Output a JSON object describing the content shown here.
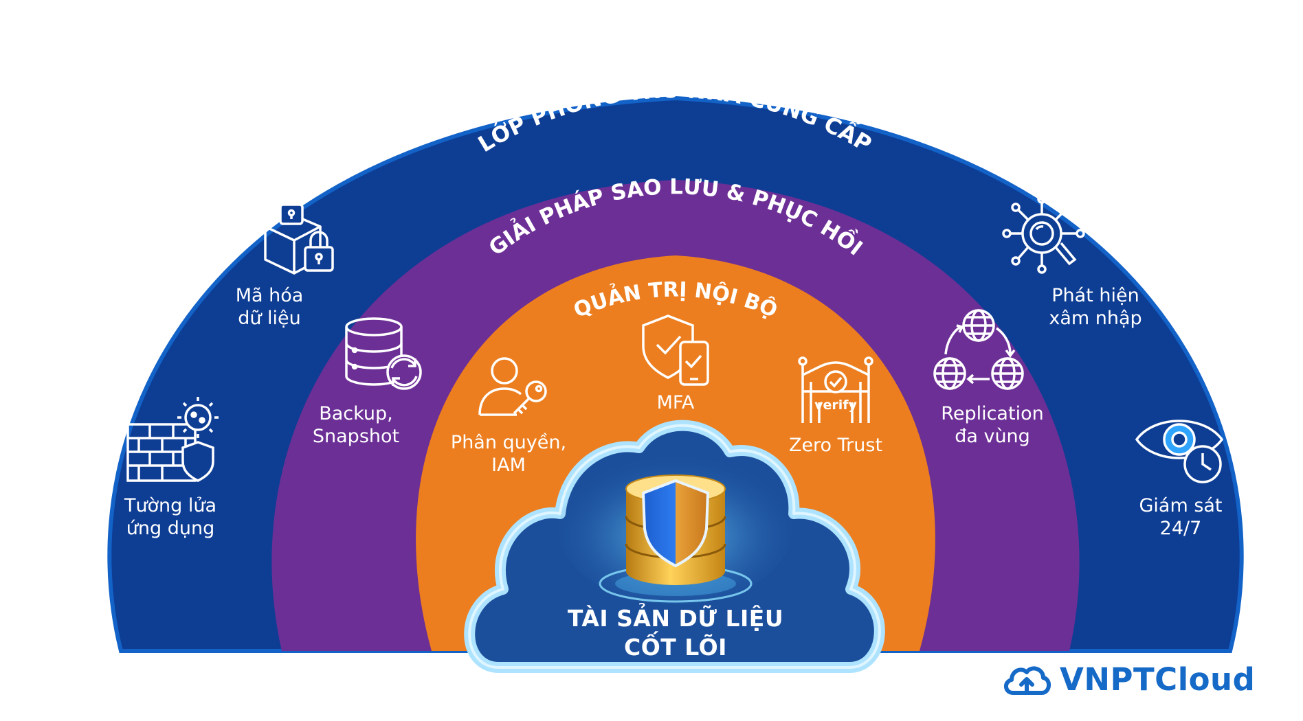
{
  "layers": {
    "outer": {
      "title": "LỚP PHÒNG THỦ NHÀ CUNG CẤP",
      "color": "#0e3d94"
    },
    "middle": {
      "title": "GIẢI PHÁP SAO LƯU & PHỤC HỒI",
      "color": "#6c2f96"
    },
    "inner": {
      "title": "QUẢN TRỊ NỘI BỘ",
      "color": "#ec7e1f"
    }
  },
  "core": {
    "line1": "TÀI SẢN DỮ LIỆU",
    "line2": "CỐT LÕI",
    "color": "#1b4f9c"
  },
  "items": {
    "encryption": {
      "line1": "Mã hóa",
      "line2": "dữ liệu",
      "icon": "lock-box-icon"
    },
    "firewall": {
      "line1": "Tường lửa",
      "line2": "ứng dụng",
      "icon": "firewall-icon"
    },
    "intrusion": {
      "line1": "Phát hiện",
      "line2": "xâm nhập",
      "icon": "network-scan-icon"
    },
    "monitoring": {
      "line1": "Giám sát",
      "line2": "24/7",
      "icon": "eye-clock-icon"
    },
    "backup": {
      "line1": "Backup,",
      "line2": "Snapshot",
      "icon": "database-sync-icon"
    },
    "replication": {
      "line1": "Replication",
      "line2": "đa vùng",
      "icon": "globe-cycle-icon"
    },
    "iam": {
      "line1": "Phân quyền,",
      "line2": "IAM",
      "icon": "user-key-icon"
    },
    "mfa": {
      "label": "MFA",
      "icon": "shield-phone-icon"
    },
    "zerotrust": {
      "label": "Zero Trust",
      "icon": "gate-verify-icon",
      "gate_text": "verify"
    }
  },
  "brand": {
    "name": "VNPTCloud",
    "icon": "cloud-logo-icon",
    "color": "#1569c7"
  }
}
